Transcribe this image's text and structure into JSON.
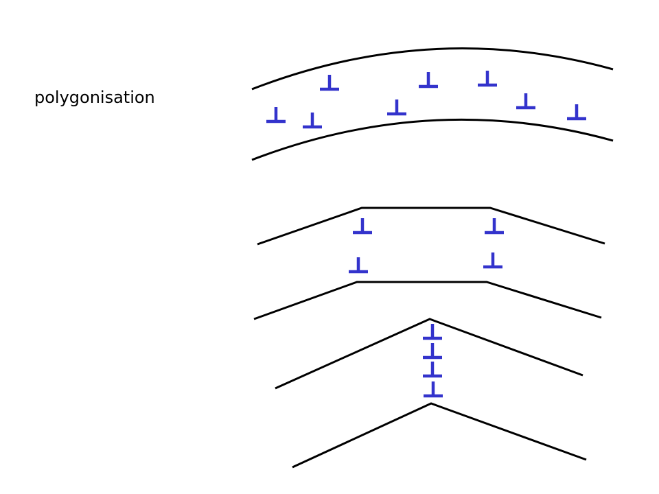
{
  "caption": "polygonisation",
  "colors": {
    "dislocation": "#3333cc",
    "plane": "#000000"
  },
  "stages": [
    {
      "name": "curved-lattice",
      "dislocations": 8
    },
    {
      "name": "polygonised-lattice",
      "dislocations": 4
    },
    {
      "name": "tilt-boundary",
      "dislocations": 4
    }
  ]
}
